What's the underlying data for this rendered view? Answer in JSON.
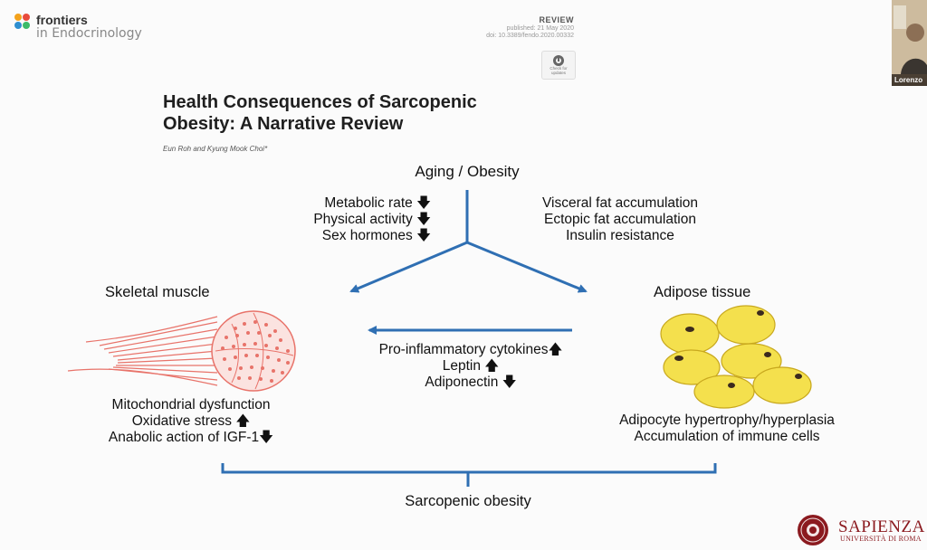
{
  "header": {
    "journal_name": "frontiers",
    "journal_section": "in Endocrinology",
    "article_type": "REVIEW",
    "published": "published: 21 May 2020",
    "doi": "doi: 10.3389/fendo.2020.00332",
    "check_updates": "Check for updates"
  },
  "paper": {
    "title_line1": "Health Consequences of Sarcopenic",
    "title_line2": "Obesity: A Narrative Review",
    "authors": "Eun Roh and Kyung Mook Choi*"
  },
  "diagram": {
    "top": "Aging / Obesity",
    "left_factors": [
      "Metabolic rate",
      "Physical activity",
      "Sex hormones"
    ],
    "right_factors": [
      "Visceral fat accumulation",
      "Ectopic fat accumulation",
      "Insulin resistance"
    ],
    "left_node": "Skeletal muscle",
    "right_node": "Adipose tissue",
    "middle_factors": [
      "Pro-inflammatory cytokines",
      "Leptin",
      "Adiponectin"
    ],
    "muscle_effects": [
      "Mitochondrial dysfunction",
      "Oxidative stress",
      "Anabolic action of IGF-1"
    ],
    "adipose_effects": [
      "Adipocyte hypertrophy/hyperplasia",
      "Accumulation of immune cells"
    ],
    "bottom": "Sarcopenic obesity",
    "colors": {
      "arrow": "#2f6fb3",
      "muscle": "#e8736a",
      "fat": "#f4e04d",
      "fat_stroke": "#c8a81e"
    }
  },
  "video": {
    "participant": "Lorenzo"
  },
  "university": {
    "name": "SAPIENZA",
    "sub": "UNIVERSITÀ DI ROMA"
  }
}
